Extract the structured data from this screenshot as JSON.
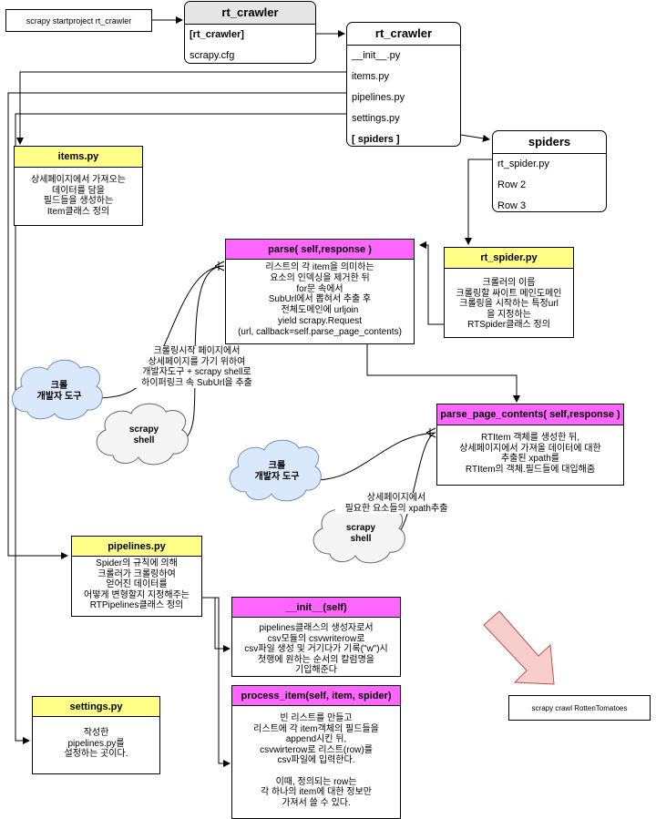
{
  "command_start": "scrapy startproject rt_crawler",
  "command_crawl": "scrapy crawl RottenTomatoes",
  "project_dir": {
    "title": "rt_crawler",
    "rows": [
      "[rt_crawler]",
      "scrapy.cfg"
    ]
  },
  "package_dir": {
    "title": "rt_crawler",
    "rows": [
      "__init__.py",
      "items.py",
      "pipelines.py",
      "settings.py",
      "[ spiders ]"
    ]
  },
  "spiders_dir": {
    "title": "spiders",
    "rows": [
      "rt_spider.py",
      "Row 2",
      "Row 3"
    ]
  },
  "items_card": {
    "title": "items.py",
    "body": "상세페이지에서 가져오는\n데이터를 담을\n필드들을 생성하는\nItem클래스 정의"
  },
  "rt_spider_card": {
    "title": "rt_spider.py",
    "body": "크롤러의 이름\n크롤링할 싸이트 메인도메인\n크롤링을 시작하는 특정url\n을 지정하는\nRTSpider클래스 정의"
  },
  "parse_card": {
    "title": "parse( self,response )",
    "body": "리스트의 각 item을 의미하는\n요소의 인덱싱을 제거한 뒤\nfor문 속에서\nSubUrl에서 뽑혀서 추출 후\n전체도메인에 urljoin\nyield scrapy.Request\n(url, callback=self.parse_page_contents)"
  },
  "parse_page_card": {
    "title": "parse_page_contents( self,response )",
    "body": "RTItem 객체를 생성한 뒤,\n상세페이지에서 가져올 데이터에 대한\n추출된 xpath를\nRTItem의 객체.필드들에 대입해줌"
  },
  "pipelines_card": {
    "title": "pipelines.py",
    "body": "Spider의 규칙에 의해\n크롤러가 크롤링하여\n얻어진 데이터를\n어떻게 변형할지 지정해주는\nRTPipelines클래스 정의"
  },
  "init_card": {
    "title": "__init__(self)",
    "body": "pipelines클래스의 생성자로서\ncsv모듈의 csvwriterow로\ncsv파일 생성 및 거기다가 기록(\"w\")시\n첫행에 원하는 순서의 칼럼명을\n기입해준다"
  },
  "process_card": {
    "title": "process_item(self, item, spider)",
    "body": "빈 리스트를 만들고\n리스트에 각 item객체의 필드들을\nappend시킨 뒤,\ncsvwirterow로 리스트(row)를\ncsv파일에 입력한다.\n\n이때, 정의되는 row는\n각 하나의 item에 대한 정보만\n가져서 쓸 수 있다."
  },
  "settings_card": {
    "title": "settings.py",
    "body": "작성한\npipelines.py를\n설정하는 곳이다."
  },
  "cloud_devtools_1": "크롤\n개발자 도구",
  "cloud_shell_1": "scrapy\nshell",
  "cloud_devtools_2": "크롤\n개발자 도구",
  "cloud_shell_2": "scrapy\nshell",
  "note_start_page": "크롤링시작 페이지에서\n상세페이지를 가기 위하여\n개발자도구 + scrapy shell로\n하이퍼링크 속 SubUrl을 추출",
  "note_detail_page": "상세페이지에서\n필요한 요소들의 xpath추출",
  "colors": {
    "yellow_header": "#ffff88",
    "pink_header": "#ff66ff",
    "cloud_blue": "#dae8fc",
    "cloud_grey": "#f5f5f5",
    "arrow_fill": "#f8cecc",
    "arrow_stroke": "#b85450",
    "grey_header": "#e6e6e6"
  }
}
